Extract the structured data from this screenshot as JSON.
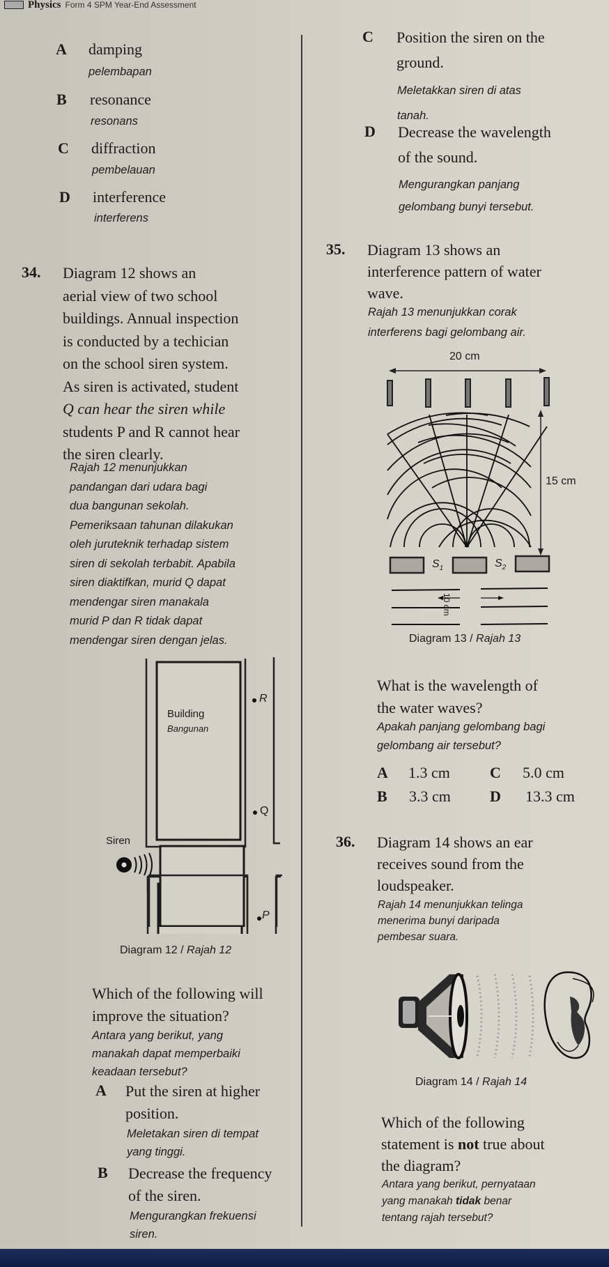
{
  "header": {
    "subject": "Physics",
    "title_rest": "Form 4  SPM Year-End Assessment"
  },
  "q33_options": [
    {
      "letter": "A",
      "en": "damping",
      "ms": "pelembapan"
    },
    {
      "letter": "B",
      "en": "resonance",
      "ms": "resonans"
    },
    {
      "letter": "C",
      "en": "diffraction",
      "ms": "pembelauan"
    },
    {
      "letter": "D",
      "en": "interference",
      "ms": "interferens"
    }
  ],
  "q34": {
    "number": "34.",
    "stem_en": [
      "Diagram 12 shows an",
      "aerial view of two school",
      "buildings. Annual inspection",
      "is conducted by a techician",
      "on the school siren system.",
      "As siren is activated, student",
      "Q can hear the siren while",
      "students P and R cannot hear",
      "the siren clearly."
    ],
    "stem_ms": [
      "Rajah 12 menunjukkan",
      "pandangan dari udara bagi",
      "dua bangunan sekolah.",
      "Pemeriksaan tahunan dilakukan",
      "oleh juruteknik terhadap sistem",
      "siren di sekolah terbabit. Apabila",
      "siren diaktifkan, murid Q dapat",
      "mendengar siren manakala",
      "murid P dan R tidak dapat",
      "mendengar siren dengan jelas."
    ],
    "diagram": {
      "building_en": "Building",
      "building_ms": "Bangunan",
      "siren_label": "Siren",
      "point_r": "R",
      "point_q": "Q",
      "point_p": "P",
      "caption_en": "Diagram 12 / ",
      "caption_ms": "Rajah 12"
    },
    "question_en": [
      "Which of the following will",
      "improve the situation?"
    ],
    "question_ms": [
      "Antara yang berikut, yang",
      "manakah dapat memperbaiki",
      "keadaan tersebut?"
    ],
    "options": [
      {
        "letter": "A",
        "en": [
          "Put the siren at higher",
          "position."
        ],
        "ms": [
          "Meletakan siren di tempat",
          "yang tinggi."
        ]
      },
      {
        "letter": "B",
        "en": [
          "Decrease the frequency",
          "of the siren."
        ],
        "ms": [
          "Mengurangkan frekuensi",
          "siren."
        ]
      },
      {
        "letter": "C",
        "en": [
          "Position the siren on the",
          "ground."
        ],
        "ms": [
          "Meletakkan siren di atas",
          "tanah."
        ]
      },
      {
        "letter": "D",
        "en": [
          "Decrease the wavelength",
          "of the sound."
        ],
        "ms": [
          "Mengurangkan panjang",
          "gelombang bunyi tersebut."
        ]
      }
    ]
  },
  "q35": {
    "number": "35.",
    "stem_en": [
      "Diagram 13 shows an",
      "interference pattern of water",
      "wave."
    ],
    "stem_ms": [
      "Rajah 13 menunjukkan corak",
      "interferens bagi gelombang air."
    ],
    "diagram": {
      "width_label": "20 cm",
      "height_label": "15 cm",
      "s1": "S",
      "s1_sub": "1",
      "s2": "S",
      "s2_sub": "2",
      "gap_label": "10 cm",
      "caption_en": "Diagram 13 / ",
      "caption_ms": "Rajah 13"
    },
    "question_en": [
      "What is the wavelength of",
      "the water waves?"
    ],
    "question_ms": [
      "Apakah panjang gelombang bagi",
      "gelombang air tersebut?"
    ],
    "options": [
      {
        "letter": "A",
        "value": "1.3 cm"
      },
      {
        "letter": "B",
        "value": "3.3 cm"
      },
      {
        "letter": "C",
        "value": "5.0 cm"
      },
      {
        "letter": "D",
        "value": "13.3 cm"
      }
    ]
  },
  "q36": {
    "number": "36.",
    "stem_en": [
      "Diagram 14 shows an ear",
      "receives sound from the",
      "loudspeaker."
    ],
    "stem_ms": [
      "Rajah 14 menunjukkan telinga",
      "menerima bunyi daripada",
      "pembesar suara."
    ],
    "diagram": {
      "caption_en": "Diagram 14 / ",
      "caption_ms": "Rajah 14"
    },
    "question_en_1": "Which of the following",
    "question_en_2a": "statement is ",
    "question_en_2b": "not",
    "question_en_2c": " true about",
    "question_en_3": "the diagram?",
    "question_ms_1": "Antara yang berikut, pernyataan",
    "question_ms_2a": "yang manakah ",
    "question_ms_2b": "tidak",
    "question_ms_2c": " benar",
    "question_ms_3": "tentang rajah tersebut?"
  }
}
